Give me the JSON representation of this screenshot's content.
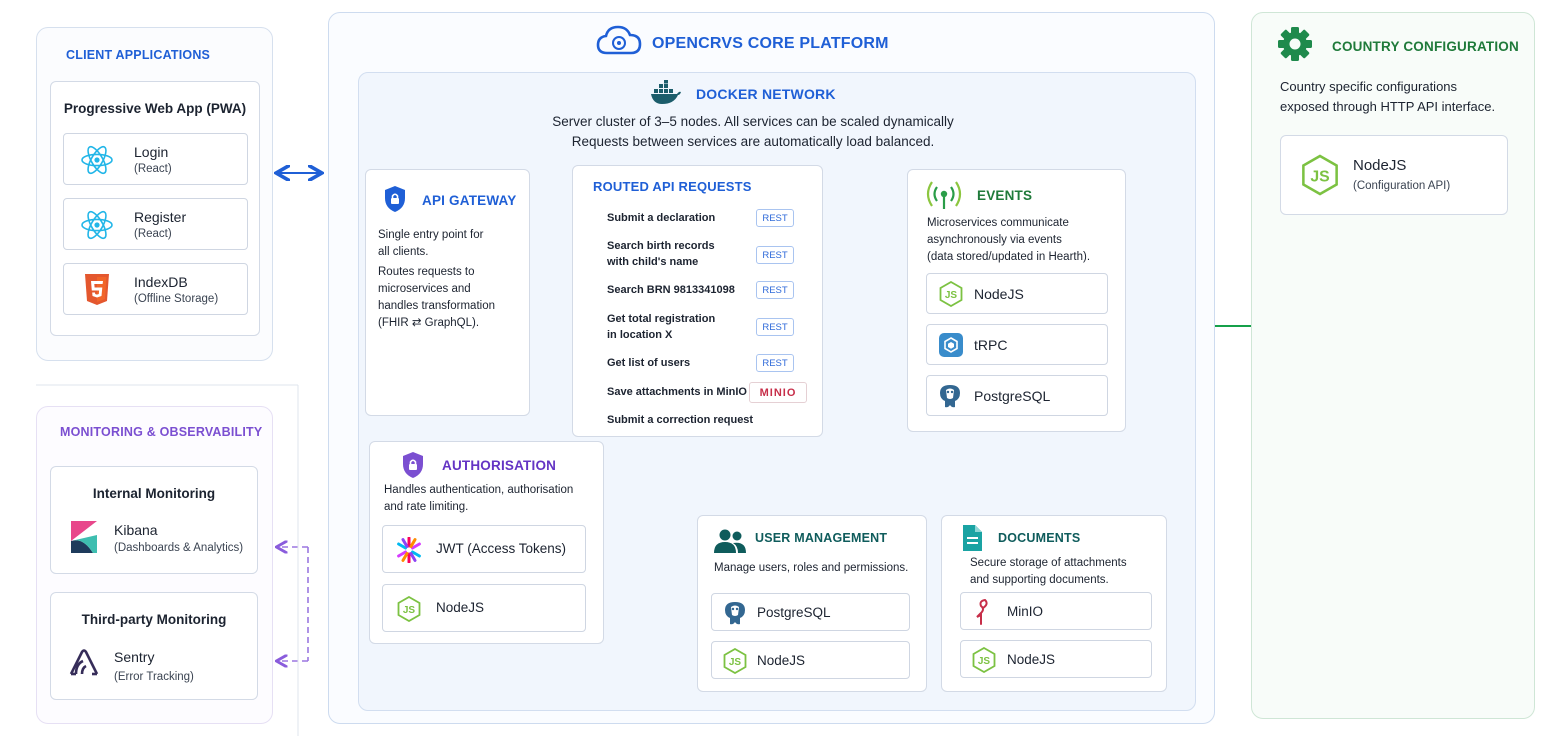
{
  "client": {
    "title": "CLIENT APPLICATIONS",
    "pwa_title": "Progressive Web App (PWA)",
    "items": [
      {
        "name": "Login",
        "sub": "(React)"
      },
      {
        "name": "Register",
        "sub": "(React)"
      },
      {
        "name": "IndexDB",
        "sub": "(Offline Storage)"
      }
    ]
  },
  "monitoring": {
    "title": "MONITORING & OBSERVABILITY",
    "internal_title": "Internal Monitoring",
    "internal_name": "Kibana",
    "internal_sub": "(Dashboards & Analytics)",
    "third_title": "Third-party Monitoring",
    "third_name": "Sentry",
    "third_sub": "(Error Tracking)"
  },
  "core": {
    "title": "OPENCRVS CORE PLATFORM",
    "docker_title": "DOCKER NETWORK",
    "docker_line1": "Server cluster of 3–5 nodes. All services can be scaled dynamically",
    "docker_line2": "Requests between services are automatically load balanced."
  },
  "gateway": {
    "title": "API GATEWAY",
    "line1": "Single entry point for",
    "line2": "all  clients.",
    "line3": "Routes requests to",
    "line4": "microservices and",
    "line5": "handles transformation",
    "line6": "(FHIR ⇄ GraphQL)."
  },
  "routed": {
    "title": "ROUTED API REQUESTS",
    "requests": [
      {
        "l1": "Submit a declaration",
        "l2": "",
        "tag": "REST"
      },
      {
        "l1": "Search birth records",
        "l2": "with child's name",
        "tag": "REST"
      },
      {
        "l1": "Search BRN 9813341098",
        "l2": "",
        "tag": "REST"
      },
      {
        "l1": "Get total registration",
        "l2": "in location X",
        "tag": "REST"
      },
      {
        "l1": "Get list of users",
        "l2": "",
        "tag": "REST"
      },
      {
        "l1": "Save attachments in MinIO",
        "l2": "",
        "tag": "MINIO"
      },
      {
        "l1": "Submit a correction request",
        "l2": "",
        "tag": ""
      }
    ]
  },
  "events": {
    "title": "EVENTS",
    "line1": "Microservices communicate",
    "line2": "asynchronously via events",
    "line3": "(data stored/updated in Hearth).",
    "items": [
      "NodeJS",
      "tRPC",
      "PostgreSQL"
    ]
  },
  "auth": {
    "title": "AUTHORISATION",
    "line1": "Handles authentication, authorisation",
    "line2": "and rate limiting.",
    "items": [
      "JWT (Access Tokens)",
      "NodeJS"
    ]
  },
  "users": {
    "title": "USER MANAGEMENT",
    "line1": "Manage users, roles and permissions.",
    "items": [
      "PostgreSQL",
      "NodeJS"
    ]
  },
  "documents": {
    "title": "DOCUMENTS",
    "line1": "Secure storage of attachments",
    "line2": "and supporting documents.",
    "items": [
      "MinIO",
      "NodeJS"
    ]
  },
  "country": {
    "title": "COUNTRY CONFIGURATION",
    "line1": "Country specific configurations",
    "line2": "exposed through HTTP API interface.",
    "node_name": "NodeJS",
    "node_sub": "(Configuration API)"
  },
  "colors": {
    "blue": "#1f5fd6",
    "purple": "#7b4fd1",
    "green": "#15a04a",
    "dark_green": "#1f7a3a",
    "teal": "#0f5c5c"
  },
  "icons": [
    "cloud-icon",
    "docker-icon",
    "shield-icon",
    "react-icon",
    "html5-icon",
    "kibana-icon",
    "sentry-icon",
    "broadcast-icon",
    "nodejs-icon",
    "trpc-icon",
    "postgresql-icon",
    "jwt-icon",
    "users-icon",
    "document-icon",
    "minio-icon",
    "gear-icon"
  ]
}
